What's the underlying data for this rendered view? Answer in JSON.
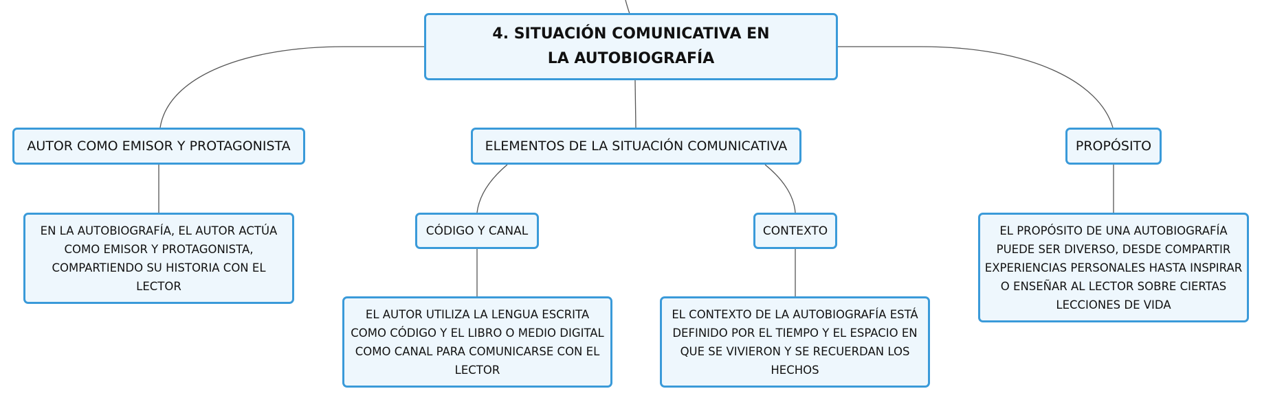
{
  "map": {
    "central": "4. SITUACIÓN COMUNICATIVA EN LA AUTOBIOGRAFÍA",
    "author": {
      "label": "AUTOR COMO EMISOR Y PROTAGONISTA",
      "detail": "EN LA AUTOBIOGRAFÍA, EL AUTOR ACTÚA COMO EMISOR Y PROTAGONISTA, COMPARTIENDO SU HISTORIA CON EL LECTOR"
    },
    "elements": {
      "label": "ELEMENTOS DE LA SITUACIÓN COMUNICATIVA",
      "code": {
        "label": "CÓDIGO Y CANAL",
        "detail": "EL AUTOR UTILIZA LA LENGUA ESCRITA COMO CÓDIGO Y EL LIBRO O MEDIO DIGITAL COMO CANAL PARA COMUNICARSE CON EL LECTOR"
      },
      "context": {
        "label": "CONTEXTO",
        "detail": "EL CONTEXTO DE LA AUTOBIOGRAFÍA ESTÁ DEFINIDO POR EL TIEMPO Y EL ESPACIO EN QUE SE VIVIERON Y SE RECUERDAN LOS HECHOS"
      }
    },
    "purpose": {
      "label": "PROPÓSITO",
      "detail": "EL PROPÓSITO DE UNA AUTOBIOGRAFÍA PUEDE SER DIVERSO, DESDE COMPARTIR EXPERIENCIAS PERSONALES HASTA INSPIRAR O ENSEÑAR AL LECTOR SOBRE CIERTAS LECCIONES DE VIDA"
    }
  }
}
